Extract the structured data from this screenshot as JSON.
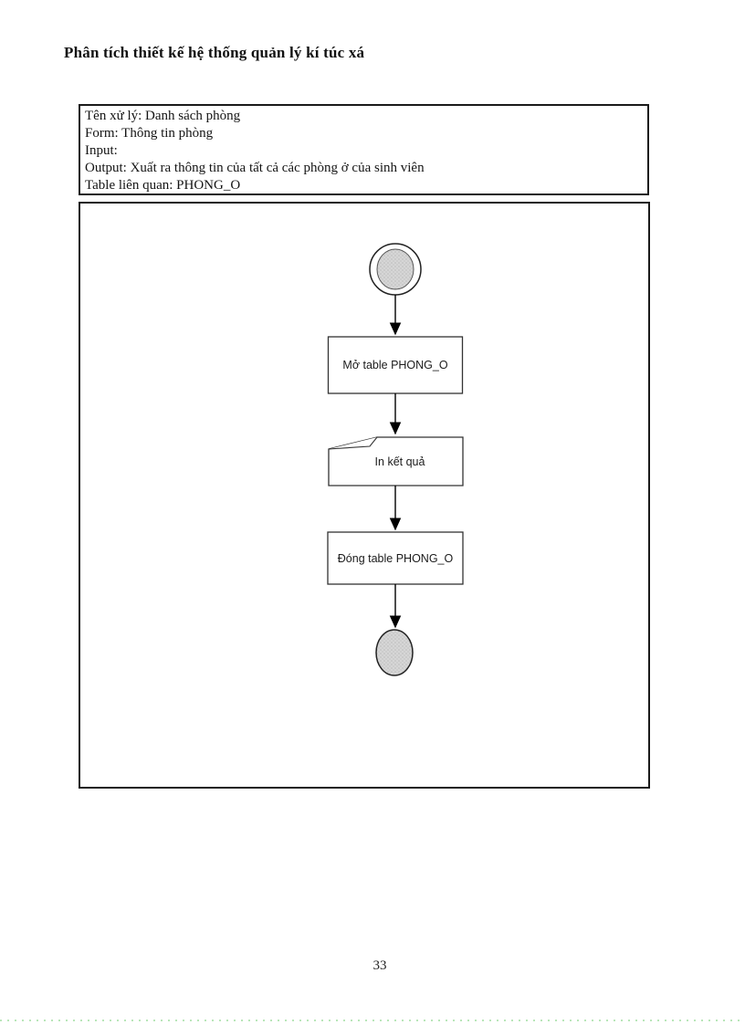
{
  "page": {
    "title": "Phân tích thiết kế hệ thống quản lý kí túc xá",
    "page_number": "33"
  },
  "info_box": {
    "lines": [
      "Tên xử lý: Danh sách phòng",
      "Form: Thông tin phòng",
      "Input:",
      "Output: Xuất ra thông tin của tất cả các phòng ở của sinh viên",
      "Table liên quan: PHONG_O"
    ]
  },
  "flowchart": {
    "start_node": "start-circle",
    "end_node": "end-ellipse",
    "steps": [
      {
        "label": "Mở table PHONG_O",
        "shape": "rect"
      },
      {
        "label": "In kết quả",
        "shape": "note"
      },
      {
        "label": "Đóng table PHONG_O",
        "shape": "rect"
      }
    ],
    "colors": {
      "line": "#000000",
      "node_fill": "#d6d6d6",
      "box_fill": "#ffffff"
    }
  }
}
